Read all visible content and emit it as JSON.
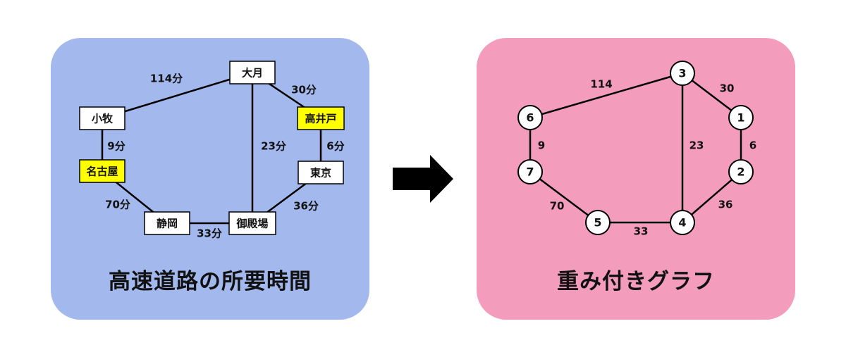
{
  "colors": {
    "left_panel": "#a3b9ee",
    "right_panel": "#f49cbc",
    "highlight": "#ffff00",
    "node_fill": "#ffffff",
    "line": "#000000"
  },
  "left": {
    "title": "高速道路の所要時間",
    "cities": [
      {
        "id": "oozuki",
        "label": "大月",
        "highlight": false
      },
      {
        "id": "takaido",
        "label": "高井戸",
        "highlight": true
      },
      {
        "id": "tokyo",
        "label": "東京",
        "highlight": false
      },
      {
        "id": "gotemba",
        "label": "御殿場",
        "highlight": false
      },
      {
        "id": "shizuoka",
        "label": "静岡",
        "highlight": false
      },
      {
        "id": "nagoya",
        "label": "名古屋",
        "highlight": true
      },
      {
        "id": "komaki",
        "label": "小牧",
        "highlight": false
      }
    ],
    "edges": [
      {
        "from": "komaki",
        "to": "oozuki",
        "label": "114分"
      },
      {
        "from": "oozuki",
        "to": "takaido",
        "label": "30分"
      },
      {
        "from": "oozuki",
        "to": "gotemba",
        "label": "23分"
      },
      {
        "from": "takaido",
        "to": "tokyo",
        "label": "6分"
      },
      {
        "from": "tokyo",
        "to": "gotemba",
        "label": "36分"
      },
      {
        "from": "gotemba",
        "to": "shizuoka",
        "label": "33分"
      },
      {
        "from": "shizuoka",
        "to": "nagoya",
        "label": "70分"
      },
      {
        "from": "nagoya",
        "to": "komaki",
        "label": "9分"
      }
    ]
  },
  "right": {
    "title": "重み付きグラフ",
    "nodes": [
      {
        "id": "n1",
        "label": "1"
      },
      {
        "id": "n2",
        "label": "2"
      },
      {
        "id": "n3",
        "label": "3"
      },
      {
        "id": "n4",
        "label": "4"
      },
      {
        "id": "n5",
        "label": "5"
      },
      {
        "id": "n6",
        "label": "6"
      },
      {
        "id": "n7",
        "label": "7"
      }
    ],
    "edges": [
      {
        "from": "n6",
        "to": "n3",
        "label": "114"
      },
      {
        "from": "n3",
        "to": "n1",
        "label": "30"
      },
      {
        "from": "n3",
        "to": "n4",
        "label": "23"
      },
      {
        "from": "n1",
        "to": "n2",
        "label": "6"
      },
      {
        "from": "n2",
        "to": "n4",
        "label": "36"
      },
      {
        "from": "n4",
        "to": "n5",
        "label": "33"
      },
      {
        "from": "n5",
        "to": "n7",
        "label": "70"
      },
      {
        "from": "n7",
        "to": "n6",
        "label": "9"
      }
    ]
  }
}
